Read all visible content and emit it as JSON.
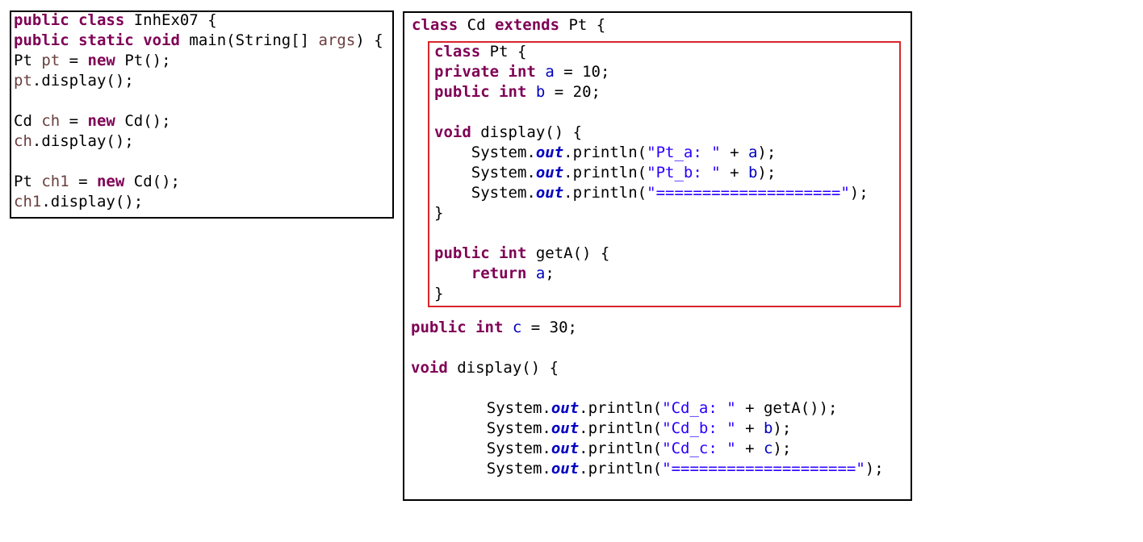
{
  "colors": {
    "keyword": "#7f0055",
    "local_variable": "#6a3e3e",
    "field": "#0000c0",
    "string": "#2a00ff",
    "plain": "#000000",
    "highlight_border": "#d9262b",
    "box_border": "#000000"
  },
  "panels": [
    {
      "id": "main-class",
      "lines": [
        [
          [
            "public",
            "kw"
          ],
          [
            " ",
            "plain"
          ],
          [
            "class",
            "kw"
          ],
          [
            " InhEx07 {",
            "plain"
          ]
        ],
        [
          [
            "public",
            "kw"
          ],
          [
            " ",
            "plain"
          ],
          [
            "static",
            "kw"
          ],
          [
            " ",
            "plain"
          ],
          [
            "void",
            "kw"
          ],
          [
            " main(String[] ",
            "plain"
          ],
          [
            "args",
            "var"
          ],
          [
            ") {",
            "plain"
          ]
        ],
        [
          [
            "Pt ",
            "plain"
          ],
          [
            "pt",
            "var"
          ],
          [
            " = ",
            "plain"
          ],
          [
            "new",
            "kw"
          ],
          [
            " Pt();",
            "plain"
          ]
        ],
        [
          [
            "pt",
            "var"
          ],
          [
            ".display();",
            "plain"
          ]
        ],
        [],
        [
          [
            "Cd ",
            "plain"
          ],
          [
            "ch",
            "var"
          ],
          [
            " = ",
            "plain"
          ],
          [
            "new",
            "kw"
          ],
          [
            " Cd();",
            "plain"
          ]
        ],
        [
          [
            "ch",
            "var"
          ],
          [
            ".display();",
            "plain"
          ]
        ],
        [],
        [
          [
            "Pt ",
            "plain"
          ],
          [
            "ch1",
            "var"
          ],
          [
            " = ",
            "plain"
          ],
          [
            "new",
            "kw"
          ],
          [
            " Cd();",
            "plain"
          ]
        ],
        [
          [
            "ch1",
            "var"
          ],
          [
            ".display();",
            "plain"
          ]
        ]
      ]
    },
    {
      "id": "cd-class",
      "lines": [
        [
          [
            "class",
            "kw"
          ],
          [
            " Cd ",
            "plain"
          ],
          [
            "extends",
            "kw"
          ],
          [
            " Pt {",
            "plain"
          ]
        ],
        [
          [
            "class",
            "kw"
          ],
          [
            " Pt {",
            "plain"
          ]
        ],
        [
          [
            "private",
            "kw"
          ],
          [
            " ",
            "plain"
          ],
          [
            "int",
            "kw"
          ],
          [
            " ",
            "plain"
          ],
          [
            "a",
            "field"
          ],
          [
            " = 10;",
            "plain"
          ]
        ],
        [
          [
            "public",
            "kw"
          ],
          [
            " ",
            "plain"
          ],
          [
            "int",
            "kw"
          ],
          [
            " ",
            "plain"
          ],
          [
            "b",
            "field"
          ],
          [
            " = 20;",
            "plain"
          ]
        ],
        [],
        [
          [
            "void",
            "kw"
          ],
          [
            " display() {",
            "plain"
          ]
        ],
        [
          [
            "    System.",
            "plain"
          ],
          [
            "out",
            "static"
          ],
          [
            ".println(",
            "plain"
          ],
          [
            "\"Pt_a: \"",
            "str"
          ],
          [
            " + ",
            "plain"
          ],
          [
            "a",
            "field"
          ],
          [
            ");",
            "plain"
          ]
        ],
        [
          [
            "    System.",
            "plain"
          ],
          [
            "out",
            "static"
          ],
          [
            ".println(",
            "plain"
          ],
          [
            "\"Pt_b: \"",
            "str"
          ],
          [
            " + ",
            "plain"
          ],
          [
            "b",
            "field"
          ],
          [
            ");",
            "plain"
          ]
        ],
        [
          [
            "    System.",
            "plain"
          ],
          [
            "out",
            "static"
          ],
          [
            ".println(",
            "plain"
          ],
          [
            "\"====================\"",
            "str"
          ],
          [
            ");",
            "plain"
          ]
        ],
        [
          [
            "}",
            "plain"
          ]
        ],
        [],
        [
          [
            "public",
            "kw"
          ],
          [
            " ",
            "plain"
          ],
          [
            "int",
            "kw"
          ],
          [
            " getA() {",
            "plain"
          ]
        ],
        [
          [
            "    ",
            "plain"
          ],
          [
            "return",
            "kw"
          ],
          [
            " ",
            "plain"
          ],
          [
            "a",
            "field"
          ],
          [
            ";",
            "plain"
          ]
        ],
        [
          [
            "}",
            "plain"
          ]
        ],
        [
          [
            "public",
            "kw"
          ],
          [
            " ",
            "plain"
          ],
          [
            "int",
            "kw"
          ],
          [
            " ",
            "plain"
          ],
          [
            "c",
            "field"
          ],
          [
            " = 30;",
            "plain"
          ]
        ],
        [],
        [
          [
            "void",
            "kw"
          ],
          [
            " display() {",
            "plain"
          ]
        ],
        [],
        [
          [
            "    System.",
            "plain"
          ],
          [
            "out",
            "static"
          ],
          [
            ".println(",
            "plain"
          ],
          [
            "\"Cd_a: \"",
            "str"
          ],
          [
            " + getA());",
            "plain"
          ]
        ],
        [
          [
            "    System.",
            "plain"
          ],
          [
            "out",
            "static"
          ],
          [
            ".println(",
            "plain"
          ],
          [
            "\"Cd_b: \"",
            "str"
          ],
          [
            " + ",
            "plain"
          ],
          [
            "b",
            "field"
          ],
          [
            ");",
            "plain"
          ]
        ],
        [
          [
            "    System.",
            "plain"
          ],
          [
            "out",
            "static"
          ],
          [
            ".println(",
            "plain"
          ],
          [
            "\"Cd_c: \"",
            "str"
          ],
          [
            " + ",
            "plain"
          ],
          [
            "c",
            "field"
          ],
          [
            ");",
            "plain"
          ]
        ],
        [
          [
            "    System.",
            "plain"
          ],
          [
            "out",
            "static"
          ],
          [
            ".println(",
            "plain"
          ],
          [
            "\"====================\"",
            "str"
          ],
          [
            ");",
            "plain"
          ]
        ]
      ]
    }
  ]
}
